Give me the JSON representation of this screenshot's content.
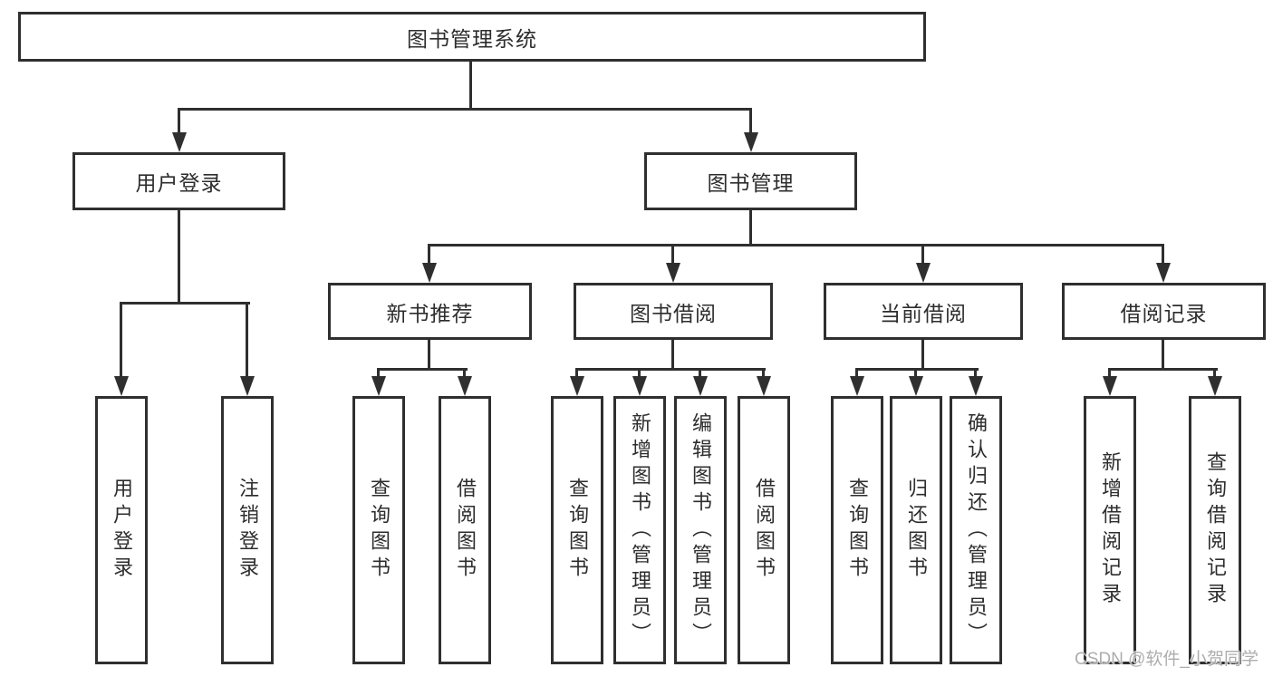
{
  "tree": {
    "root": {
      "label": "图书管理系统",
      "children": [
        {
          "label": "用户登录",
          "children": [
            {
              "label": "用户登录"
            },
            {
              "label": "注销登录"
            }
          ]
        },
        {
          "label": "图书管理",
          "children": [
            {
              "label": "新书推荐",
              "children": [
                {
                  "label": "查询图书"
                },
                {
                  "label": "借阅图书"
                }
              ]
            },
            {
              "label": "图书借阅",
              "children": [
                {
                  "label": "查询图书"
                },
                {
                  "label": "新增图书（管理员）"
                },
                {
                  "label": "编辑图书（管理员）"
                },
                {
                  "label": "借阅图书"
                }
              ]
            },
            {
              "label": "当前借阅",
              "children": [
                {
                  "label": "查询图书"
                },
                {
                  "label": "归还图书"
                },
                {
                  "label": "确认归还（管理员）"
                }
              ]
            },
            {
              "label": "借阅记录",
              "children": [
                {
                  "label": "新增借阅记录"
                },
                {
                  "label": "查询借阅记录"
                }
              ]
            }
          ]
        }
      ]
    }
  },
  "watermark": {
    "text": "CSDN @软件_小贺同学"
  },
  "colors": {
    "line": "#2f2f2f",
    "text": "#2d2d2d",
    "background": "#ffffff",
    "watermark": "#adadad"
  }
}
